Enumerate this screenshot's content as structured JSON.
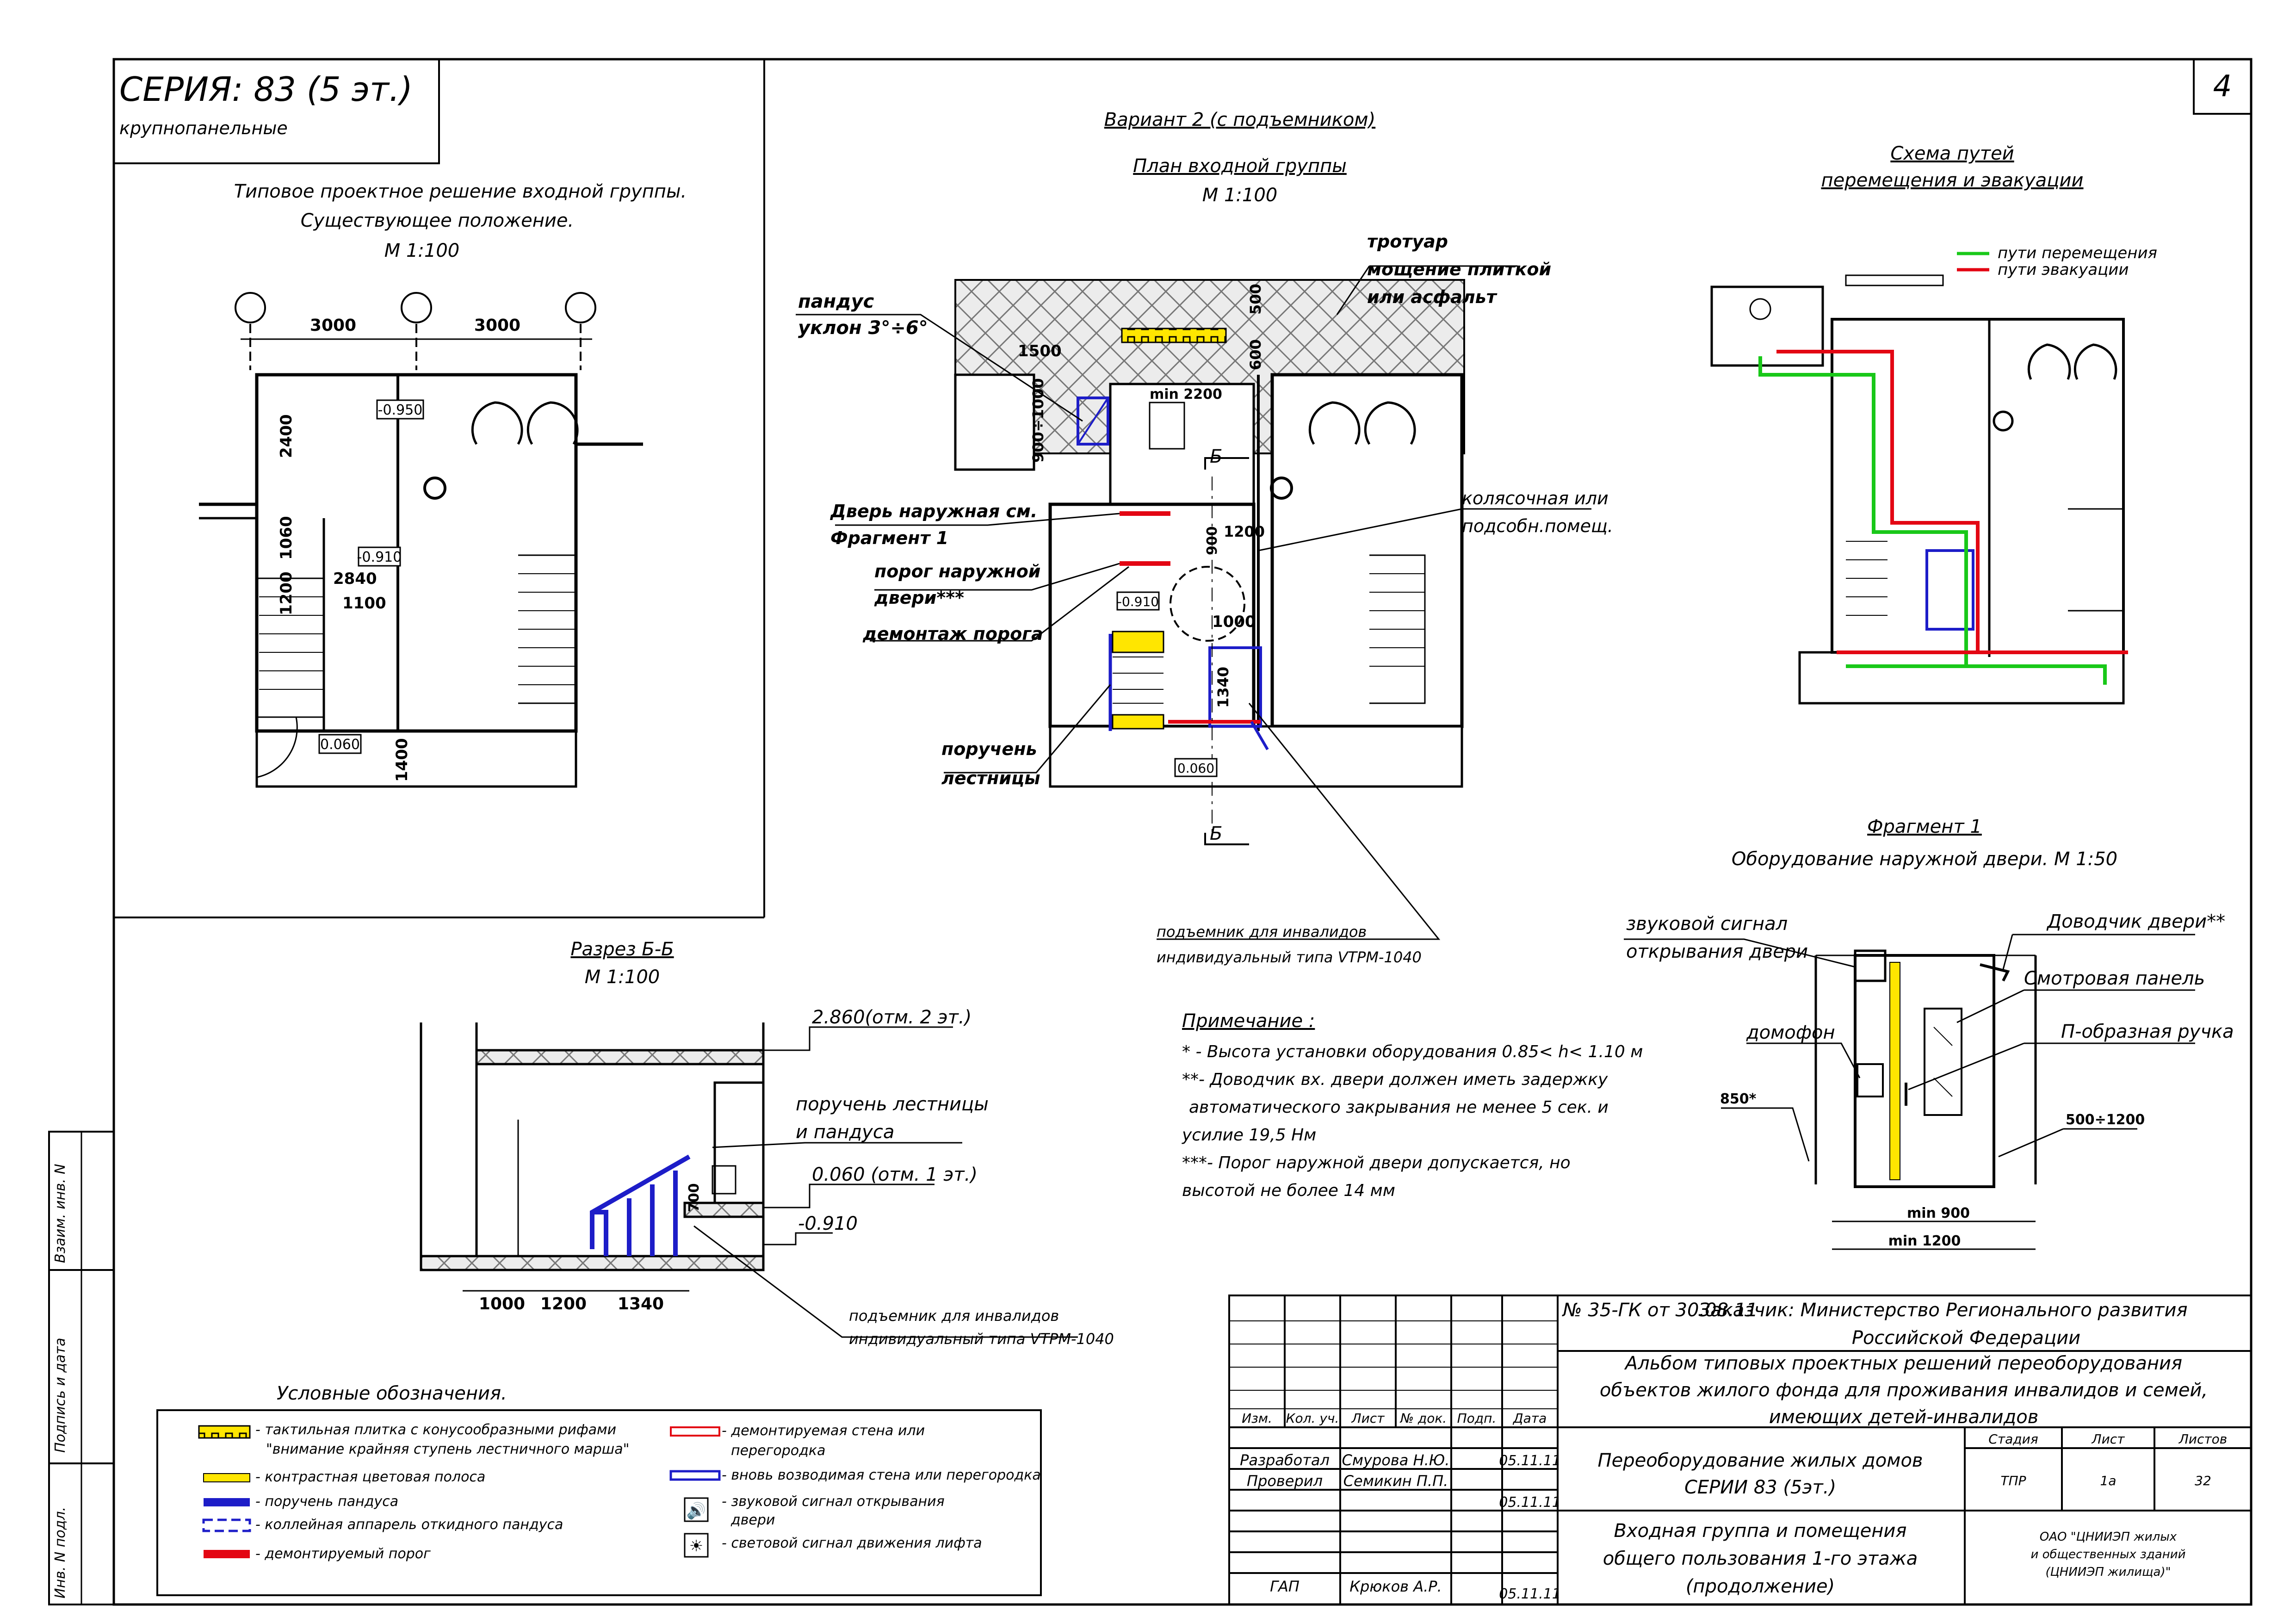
{
  "sheet": {
    "series_title": "СЕРИЯ: 83 (5 эт.)",
    "series_subtitle": "крупнопанельные",
    "sheet_number": "4"
  },
  "existing": {
    "title_line1": "Типовое проектное решение входной группы.",
    "title_line2": "Существующее положение.",
    "scale": "М 1:100",
    "dims": {
      "d1": "3000",
      "d2": "3000",
      "v1": "2400",
      "v2": "1060",
      "v3": "1200",
      "v4": "1400",
      "h1": "2840",
      "h2": "1100"
    },
    "levels": {
      "l1": "-0.950",
      "l2": "-0.910",
      "l3": "0.060"
    }
  },
  "variant2": {
    "title": "Вариант 2 (с подъемником)",
    "plan_title": "План входной группы",
    "scale": "М 1:100",
    "labels": {
      "ramp_line1": "пандус",
      "ramp_line2": "уклон 3°÷6°",
      "sidewalk_line1": "тротуар",
      "sidewalk_line2": "мощение плиткой",
      "sidewalk_line3": "или асфальт",
      "door_line1": "Дверь наружная см.",
      "door_line2": "Фрагмент 1",
      "threshold_line1": "порог наружной",
      "threshold_line2": "двери***",
      "dismantle": "демонтаж порога",
      "stair_rail_line1": "поручень",
      "stair_rail_line2": "лестницы",
      "stroller_line1": "колясочная или",
      "stroller_line2": "подсобн.помещ.",
      "lift_line1": "подъемник для инвалидов",
      "lift_line2": "индивидуальный типа VTPM-1040",
      "section_mark": "Б"
    },
    "dims": {
      "d1500": "1500",
      "d500": "500",
      "d600": "600",
      "d900_1000": "900÷1000",
      "dmin2200": "min 2200",
      "d900": "900",
      "d1200": "1200",
      "d1000": "1000",
      "d1340": "1340"
    },
    "levels": {
      "l1": "-0.910",
      "l2": "0.060"
    }
  },
  "paths": {
    "title_line1": "Схема путей",
    "title_line2": "перемещения и эвакуации",
    "legend_move": "пути перемещения",
    "legend_evac": "пути эвакуации"
  },
  "section": {
    "title": "Разрез Б-Б",
    "scale": "М 1:100",
    "lvl_top": "2.860(отм. 2 эт.)",
    "rail_line1": "поручень лестницы",
    "rail_line2": "и пандуса",
    "lvl_mid": "0.060 (отм. 1 эт.)",
    "lvl_low": "-0.910",
    "dim_700": "700",
    "dims": [
      "1000",
      "1200",
      "1340"
    ],
    "lift_line1": "подъемник для инвалидов",
    "lift_line2": "индивидуальный типа VTPM-1040"
  },
  "fragment": {
    "title": "Фрагмент 1",
    "subtitle": "Оборудование наружной двери. М 1:50",
    "sound_line1": "звуковой сигнал",
    "sound_line2": "открывания двери",
    "closer": "Доводчик двери**",
    "panel": "Смотровая панель",
    "handle": "П-образная ручка",
    "intercom": "домофон",
    "h850": "850*",
    "h500": "500÷1200",
    "min900": "min 900",
    "min1200": "min 1200"
  },
  "notes": {
    "heading": "Примечание :",
    "n1": "* - Высота установки оборудования 0.85< h< 1.10 м",
    "n2a": "**- Доводчик вх. двери должен иметь задержку",
    "n2b": "автоматического закрывания не менее 5 сек. и",
    "n2c": "усилие 19,5 Нм",
    "n3a": "***-  Порог наружной двери допускается, но",
    "n3b": "высотой не более 14 мм"
  },
  "legend": {
    "title": "Условные обозначения.",
    "items": [
      "- тактильная плитка с конусообразными рифами",
      "\"внимание крайняя ступень лестничного марша\"",
      "- контрастная цветовая полоса",
      "- поручень пандуса",
      "- коллейная аппарель откидного пандуса",
      "- демонтируемый порог",
      "- демонтируемая стена или",
      "перегородка",
      "- вновь возводимая стена или перегородка",
      "- звуковой сигнал открывания",
      "двери",
      "- световой сигнал движения лифта"
    ]
  },
  "side_stamps": [
    "Взаим. инв. N",
    "Подпись и дата",
    "Инв. N подл."
  ],
  "title_block": {
    "contract": "№ 35-ГК от 30.08.11",
    "customer_line1": "Заказчик: Министерство Регионального развития",
    "customer_line2": "Российской Федерации",
    "album_line1": "Альбом типовых проектных решений переоборудования",
    "album_line2": "объектов жилого фонда для проживания инвалидов и семей,",
    "album_line3": "имеющих детей-инвалидов",
    "headers": [
      "Изм.",
      "Кол. уч.",
      "Лист",
      "№ док.",
      "Подп.",
      "Дата"
    ],
    "rows": [
      {
        "role": "Разработал",
        "name": "Смурова Н.Ю.",
        "date": "05.11.11"
      },
      {
        "role": "Проверил",
        "name": "Семикин П.П.",
        "date": "05.11.11"
      },
      {
        "role": "ГАП",
        "name": "Крюков А.Р.",
        "date": "05.11.11"
      }
    ],
    "project_line1": "Переоборудование жилых домов",
    "project_line2": "СЕРИИ 83 (5эт.)",
    "stage_h": "Стадия",
    "sheet_h": "Лист",
    "sheets_h": "Листов",
    "stage": "ТПР",
    "sheet": "1а",
    "sheets": "32",
    "drawing_line1": "Входная группа и помещения",
    "drawing_line2": "общего пользования 1-го этажа",
    "drawing_line3": "(продолжение)",
    "org_line1": "ОАО \"ЦНИИЭП жилых",
    "org_line2": "и общественных зданий",
    "org_line3": "(ЦНИИЭП жилища)\""
  },
  "colors": {
    "red": "#e30613",
    "green": "#19c819",
    "blue": "#1d1dc8",
    "yellow": "#ffe600",
    "hatch": "#888888"
  }
}
